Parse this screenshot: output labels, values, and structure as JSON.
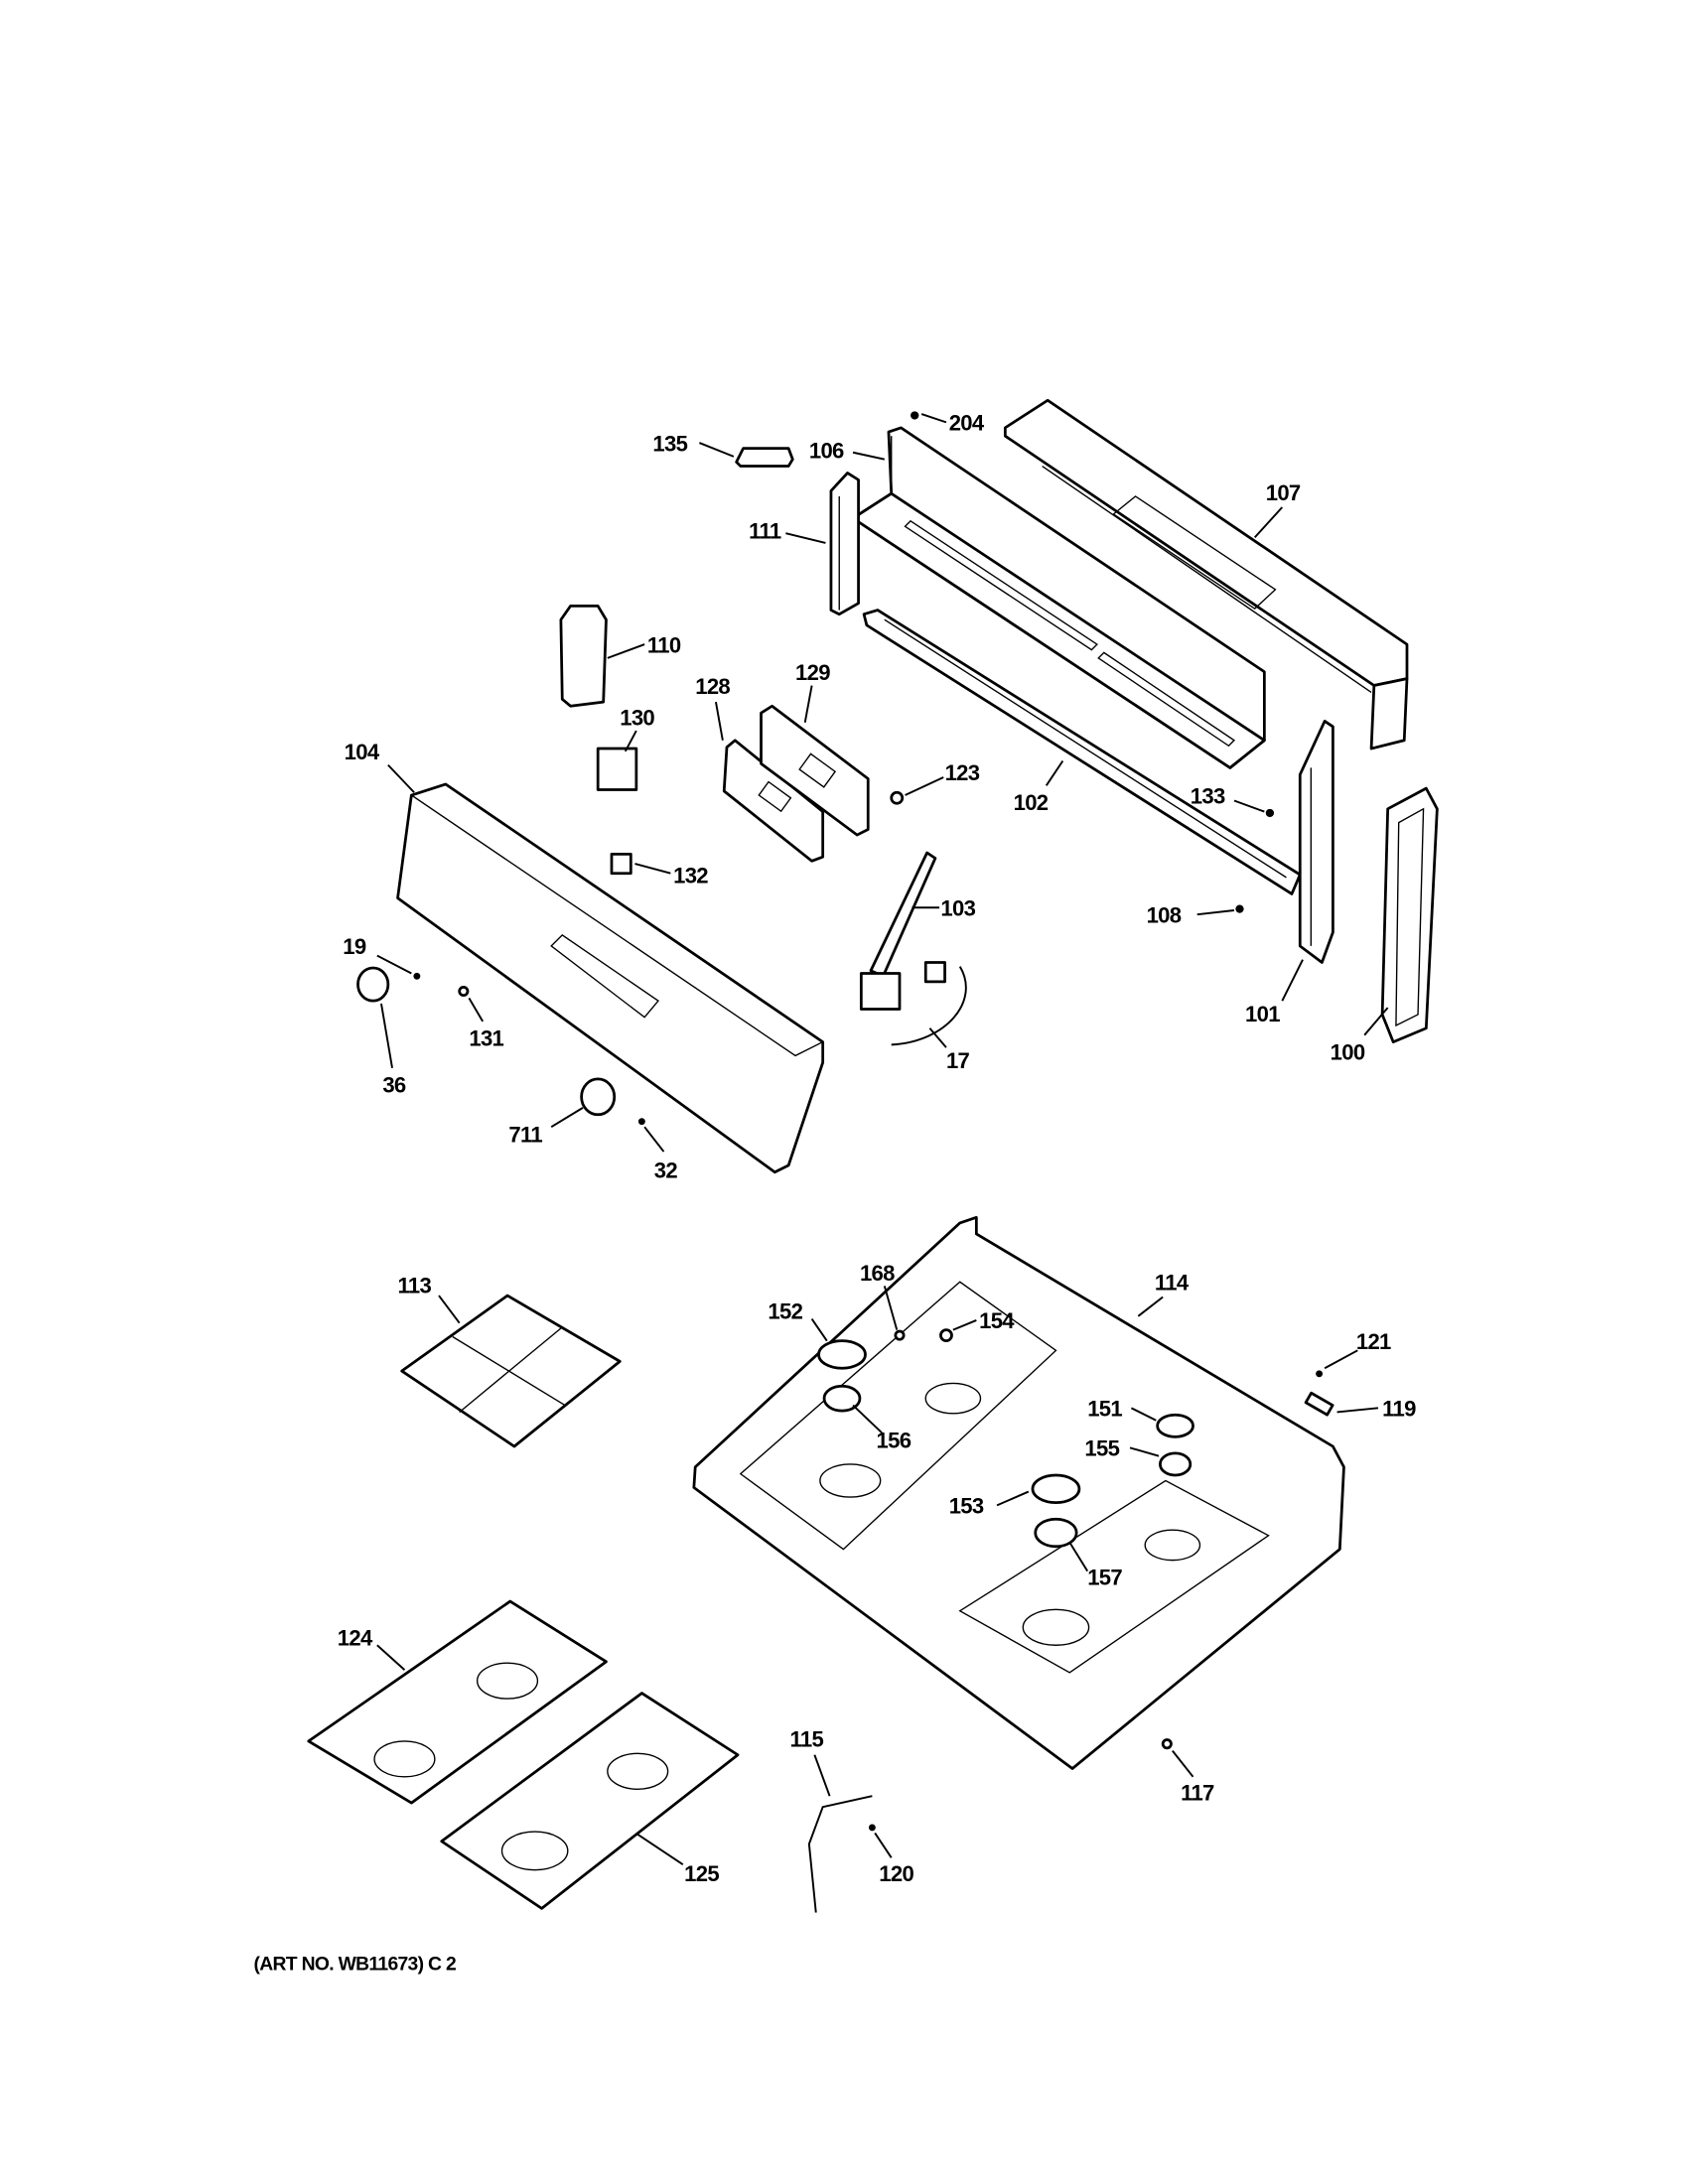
{
  "labels": [
    "135",
    "106",
    "204",
    "107",
    "111",
    "110",
    "129",
    "128",
    "130",
    "104",
    "123",
    "102",
    "133",
    "132",
    "103",
    "108",
    "19",
    "131",
    "101",
    "100",
    "36",
    "17",
    "711",
    "32",
    "114",
    "113",
    "168",
    "152",
    "154",
    "121",
    "151",
    "119",
    "156",
    "155",
    "153",
    "157",
    "124",
    "115",
    "117",
    "125",
    "120"
  ],
  "art_note": "(ART NO. WB11673) C 2",
  "colors": {
    "ink": "#000000",
    "background": "#ffffff"
  }
}
